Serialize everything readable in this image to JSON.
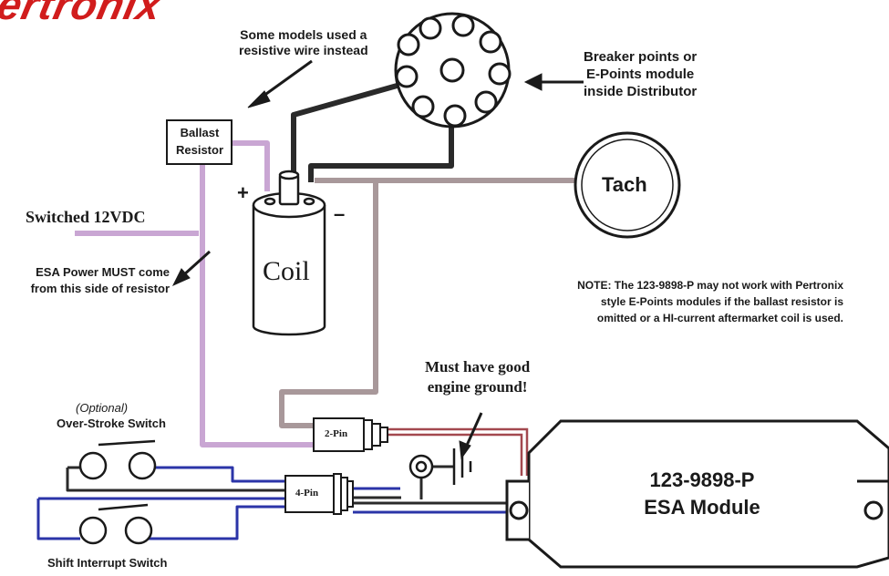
{
  "brand": {
    "logo_text": "ertronix",
    "color": "#d11c1c"
  },
  "labels": {
    "resistive_note": [
      "Some models used a",
      "resistive wire instead"
    ],
    "distributor_note": [
      "Breaker points or",
      "E-Points module",
      "inside Distributor"
    ],
    "ballast": [
      "Ballast",
      "Resistor"
    ],
    "switched": "Switched 12VDC",
    "esa_power": [
      "ESA Power MUST come",
      "from this side of resistor"
    ],
    "coil": "Coil",
    "coil_plus": "+",
    "coil_minus": "–",
    "tach": "Tach",
    "note": [
      "NOTE:  The 123-9898-P may not work with Pertronix",
      "style E-Points modules if the ballast resistor is",
      "omitted or a HI-current aftermarket coil is used."
    ],
    "ground_note": [
      "Must have good",
      "engine ground!"
    ],
    "optional": "(Optional)",
    "over_stroke": "Over-Stroke Switch",
    "two_pin": "2-Pin",
    "four_pin": "4-Pin",
    "module": [
      "123-9898-P",
      "ESA Module"
    ],
    "shift_interrupt": "Shift Interrupt Switch"
  },
  "colors": {
    "power_wire": "#c9a6d3",
    "tach_wire": "#a8989a",
    "black_wire": "#2a2a2a",
    "blue_wire": "#2b34a8",
    "red_wire": "#a3484f",
    "outline": "#1a1a1a"
  }
}
